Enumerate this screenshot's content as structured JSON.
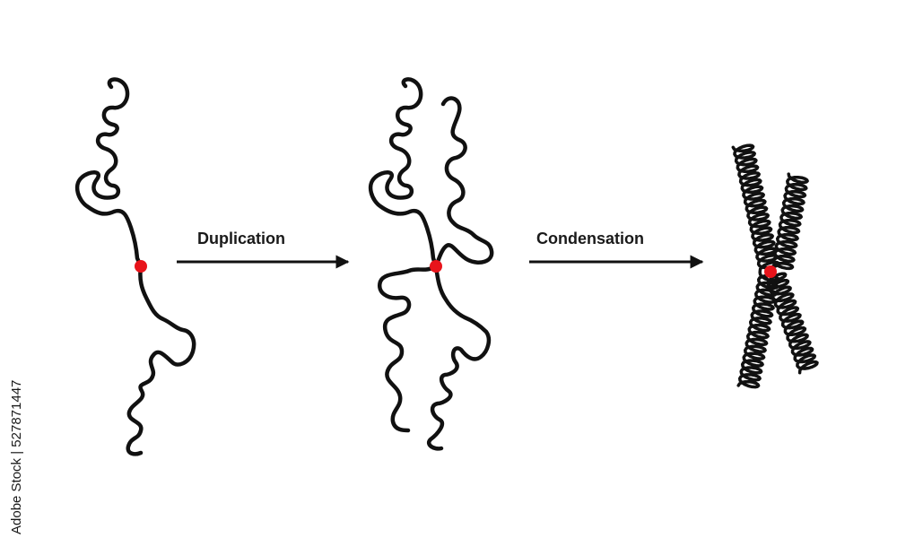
{
  "labels": {
    "step1": "Duplication",
    "step2": "Condensation"
  },
  "stock_id": "527871447",
  "watermark_brand": "Adobe Stock",
  "colors": {
    "strand": "#111111",
    "centromere": "#e8141b",
    "arrow": "#111111",
    "background": "#ffffff"
  }
}
